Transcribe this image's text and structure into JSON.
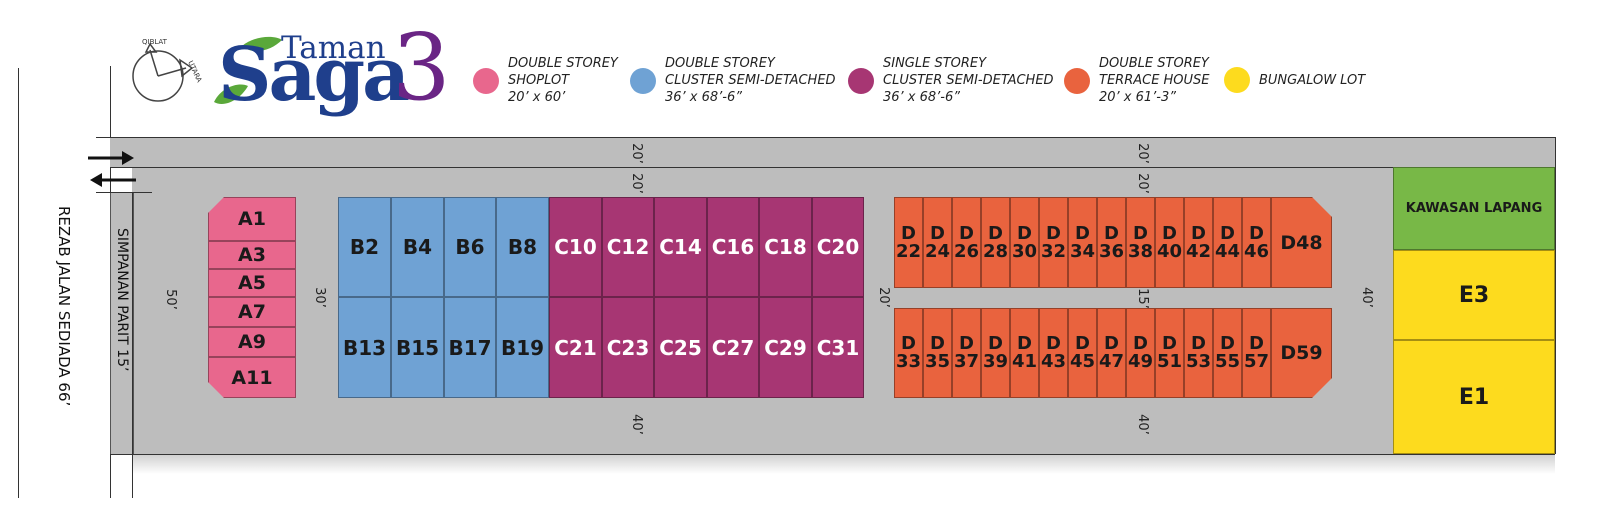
{
  "header": {
    "compass": {
      "qiblat": "QIBLAT",
      "utara": "UTARA"
    },
    "logo": {
      "word1": "Taman",
      "word2": "Saga",
      "number": "3"
    }
  },
  "legend": [
    {
      "line1": "DOUBLE STOREY",
      "line2": "SHOPLOT",
      "line3": "20’ x 60’",
      "color": "#e8678d"
    },
    {
      "line1": "DOUBLE STOREY",
      "line2": "CLUSTER SEMI-DETACHED",
      "line3": "36’ x 68’-6”",
      "color": "#6fa2d4"
    },
    {
      "line1": "SINGLE STOREY",
      "line2": "CLUSTER SEMI-DETACHED",
      "line3": "36’ x 68’-6”",
      "color": "#a73673"
    },
    {
      "line1": "DOUBLE STOREY",
      "line2": "TERRACE HOUSE",
      "line3": "20’ x 61’-3”",
      "color": "#e9633e"
    },
    {
      "line1": "BUNGALOW LOT",
      "line2": "",
      "line3": "",
      "color": "#fddb1e"
    }
  ],
  "roads": {
    "main": "REZAB JALAN SEDIADA 66’",
    "lane": "SIMPANAN PARIT 15’"
  },
  "dimensions": {
    "top_road_left": "20’",
    "top_road_right": "20’",
    "inner_top_left": "20’",
    "inner_top_right": "20’",
    "left_50": "50’",
    "left_30": "30’",
    "mid_20": "20’",
    "d_mid_15": "15’",
    "right_40": "40’",
    "bottom_left": "40’",
    "bottom_right": "40’"
  },
  "lots": {
    "a": [
      "A1",
      "A3",
      "A5",
      "A7",
      "A9",
      "A11"
    ],
    "b_top": [
      "B2",
      "B4",
      "B6",
      "B8"
    ],
    "b_bottom": [
      "B13",
      "B15",
      "B17",
      "B19"
    ],
    "c_top": [
      "C10",
      "C12",
      "C14",
      "C16",
      "C18",
      "C20"
    ],
    "c_bottom": [
      "C21",
      "C23",
      "C25",
      "C27",
      "C29",
      "C31"
    ],
    "d_top": [
      "22",
      "24",
      "26",
      "28",
      "30",
      "32",
      "34",
      "36",
      "38",
      "40",
      "42",
      "44",
      "46"
    ],
    "d_top_end": "D48",
    "d_bottom": [
      "33",
      "35",
      "37",
      "39",
      "41",
      "43",
      "45",
      "47",
      "49",
      "51",
      "53",
      "55",
      "57"
    ],
    "d_bottom_end": "D59",
    "d_prefix": "D",
    "green_area": "KAWASAN LAPANG",
    "e": [
      "E3",
      "E1"
    ]
  }
}
